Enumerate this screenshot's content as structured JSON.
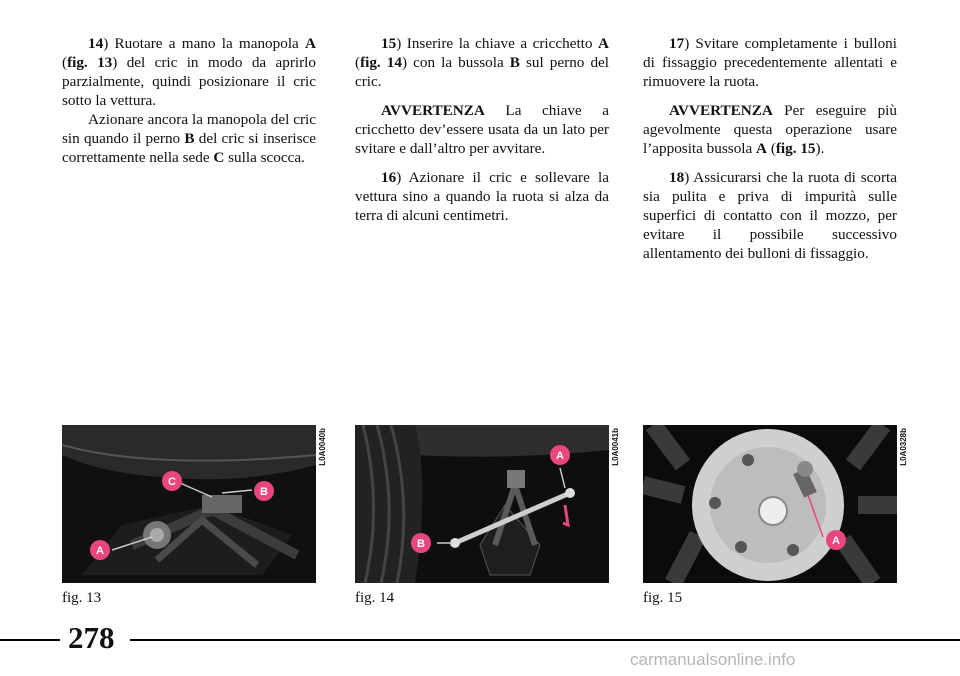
{
  "col1": {
    "p1": {
      "num": "14",
      "a": ") Ruotare a mano la manopola ",
      "b1": "A",
      "c": " (",
      "fig": "fig. 13",
      "d": ") del cric in modo da aprirlo parzialmente, quindi posizionare il cric sotto la vettura."
    },
    "p2": {
      "a": "Azionare ancora la manopola del cric sin quando il perno ",
      "b1": "B",
      "c": " del cric si inserisce correttamente nella sede ",
      "b2": "C",
      "d": " sulla scocca."
    }
  },
  "col2": {
    "p1": {
      "num": "15",
      "a": ") Inserire la chiave a cricchetto ",
      "b1": "A",
      "c": " (",
      "fig": "fig. 14",
      "d": ") con la bussola ",
      "b2": "B",
      "e": " sul perno del cric."
    },
    "p2": {
      "head": "AVVERTENZA",
      "a": " La chiave a cricchetto dev’essere usata da un lato per svitare e dall’altro per avvitare."
    },
    "p3": {
      "num": "16",
      "a": ") Azionare il cric e sollevare la vettura sino a quando la ruota si alza da terra di alcuni centimetri."
    }
  },
  "col3": {
    "p1": {
      "num": "17",
      "a": ") Svitare completamente i bulloni di fissaggio precedentemente allentati e rimuovere la ruota."
    },
    "p2": {
      "head": "AVVERTENZA",
      "a": " Per eseguire più agevolmente questa operazione usare l’apposita bussola ",
      "b1": "A",
      "c": " (",
      "fig": "fig. 15",
      "d": ")."
    },
    "p3": {
      "num": "18",
      "a": ") Assicurarsi che la ruota di scorta sia pulita e priva di impurità sulle superfici di contatto con il mozzo, per evitare il possibile successivo allentamento dei bulloni di fissaggio."
    }
  },
  "figures": [
    {
      "caption": "fig. 13",
      "code": "L0A0040b",
      "labels": [
        "A",
        "B",
        "C"
      ]
    },
    {
      "caption": "fig. 14",
      "code": "L0A0041b",
      "labels": [
        "A",
        "B"
      ]
    },
    {
      "caption": "fig. 15",
      "code": "L0A0328b",
      "labels": [
        "A"
      ]
    }
  ],
  "page_number": "278",
  "watermark": "carmanualsonline.info",
  "colors": {
    "label_pink": "#e9467c",
    "rule": "#000000"
  }
}
